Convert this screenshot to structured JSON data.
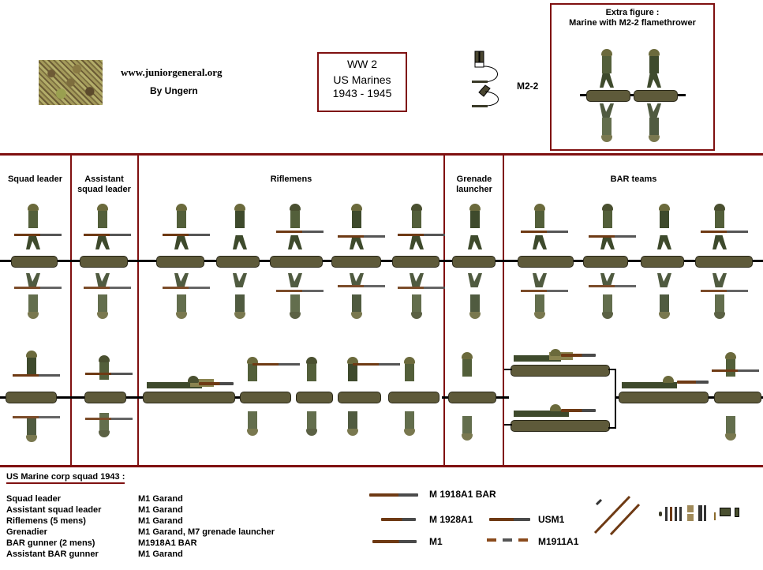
{
  "header": {
    "site": "www.juniorgeneral.org",
    "author": "By Ungern",
    "title_box": {
      "line1": "WW 2",
      "line2": "US Marines",
      "line3": "1943 - 1945"
    },
    "flamethrower_label": "M2-2",
    "extra_box": {
      "line1": "Extra figure :",
      "line2": "Marine with M2-2 flamethrower"
    }
  },
  "columns": [
    {
      "label": "Squad leader"
    },
    {
      "label": "Assistant squad leader"
    },
    {
      "label": "Riflemens"
    },
    {
      "label": "Grenade launcher"
    },
    {
      "label": "BAR teams"
    }
  ],
  "roster": {
    "title": "US Marine corp squad 1943 :",
    "rows": [
      {
        "role": "Squad leader",
        "weapon": "M1 Garand"
      },
      {
        "role": "Assistant squad leader",
        "weapon": "M1 Garand"
      },
      {
        "role": "Riflemens (5 mens)",
        "weapon": "M1 Garand"
      },
      {
        "role": "Grenadier",
        "weapon": "M1 Garand, M7 grenade launcher"
      },
      {
        "role": "BAR gunner (2 mens)",
        "weapon": "M1918A1 BAR"
      },
      {
        "role": "Assistant BAR gunner",
        "weapon": "M1 Garand"
      }
    ]
  },
  "weapons": [
    {
      "label": "M 1918A1 BAR"
    },
    {
      "label": "M 1928A1"
    },
    {
      "label": "USM1"
    },
    {
      "label": "M1"
    },
    {
      "label": "M1911A1"
    }
  ],
  "colors": {
    "frame": "#7f1010",
    "base": "#5e5a3a",
    "uniform": "#535f3a"
  }
}
